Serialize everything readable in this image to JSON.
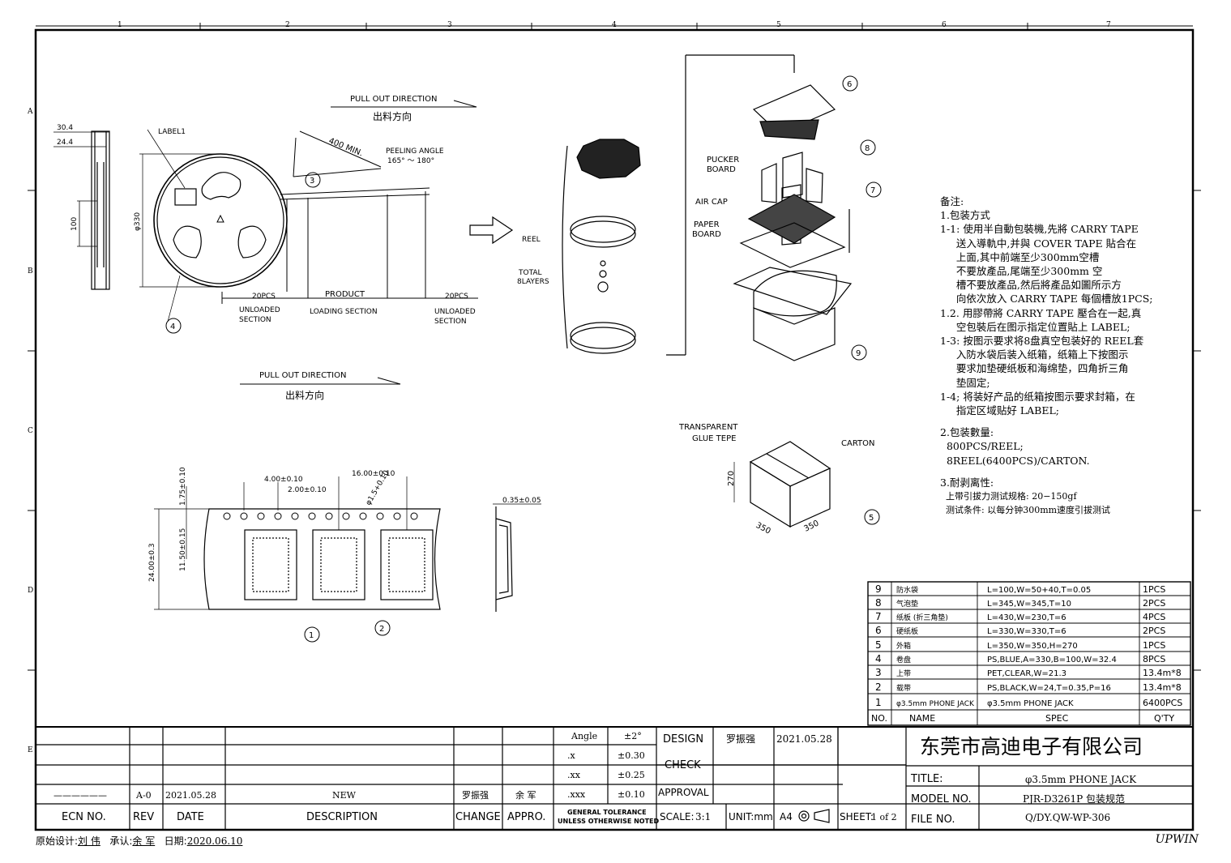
{
  "frame": {
    "cols": [
      "1",
      "2",
      "3",
      "4",
      "5",
      "6",
      "7"
    ],
    "rows": [
      "A",
      "B",
      "C",
      "D",
      "E"
    ],
    "corner": "UPWIN"
  },
  "drawing": {
    "pull_out_direction": "PULL OUT DIRECTION",
    "pull_out_cn": "出料方向",
    "label1": "LABEL1",
    "dim_30_4": "30.4",
    "dim_24_4": "24.4",
    "dim_100": "100",
    "dim_330": "φ330",
    "dim_400": "400 MIN.",
    "peeling_angle": "PEELING ANGLE",
    "peeling_range": "165° ～ 180°",
    "sec_left_count": "20PCS",
    "sec_left_label_1": "UNLOADED",
    "sec_left_label_2": "SECTION",
    "sec_mid_label_1": "PRODUCT",
    "sec_mid_label_2": "LOADING SECTION",
    "sec_right_count": "20PCS",
    "sec_right_label_1": "UNLOADED",
    "sec_right_label_2": "SECTION",
    "reel": "REEL",
    "total_1": "TOTAL",
    "total_2": "8LAYERS",
    "pucker_1": "PUCKER",
    "pucker_2": "BOARD",
    "air_cap": "AIR CAP",
    "paper_1": "PAPER",
    "paper_2": "BOARD",
    "transparent_1": "TRANSPARENT",
    "transparent_2": "GLUE TEPE",
    "carton": "CARTON",
    "dim_270": "270",
    "dim_350a": "350",
    "dim_350b": "350",
    "t_4_00": "4.00±0.10",
    "t_16_00": "16.00±0.10",
    "t_2_00": "2.00±0.10",
    "t_1_75": "1.75±0.10",
    "t_1_5": "φ1.5+0.10",
    "t_11_50": "11.50±0.15",
    "t_24_00": "24.00±0.3",
    "t_0_35": "0.35±0.05",
    "balloons": [
      "1",
      "2",
      "3",
      "4",
      "5",
      "6",
      "7",
      "8",
      "9"
    ]
  },
  "notes": {
    "title": "备注:",
    "lines": [
      "1.包装方式",
      "1-1: 使用半自動包裝機,先將 CARRY TAPE",
      "     送入導軌中,并與 COVER TAPE 貼合在",
      "     上面,其中前端至少300mm空槽",
      "     不要放產品,尾端至少300mm 空",
      "     槽不要放產品,然后將產品如圖所示方",
      "     向依次放入 CARRY TAPE 每個槽放1PCS;",
      "1.2. 用膠帶將 CARRY TAPE 壓合在一起,真",
      "     空包裝后在图示指定位置貼上 LABEL;",
      "1-3: 按图示要求将8盘真空包装好的 REEL套",
      "     入防水袋后装入纸箱，纸箱上下按图示",
      "     要求加垫硬纸板和海绵垫，四角折三角",
      "     垫固定;",
      "1-4; 将装好产品的纸箱按图示要求封箱，在",
      "     指定区域贴好 LABEL;",
      "",
      "2.包装數量:",
      "  800PCS/REEL;",
      "  8REEL(6400PCS)/CARTON.",
      "",
      "3.耐剥离性:"
    ],
    "small_1": "  上带引拔力测试规格: 20−150gf",
    "small_2": "  测试条件: 以每分钟300mm速度引拔测试"
  },
  "bom": {
    "rows": [
      {
        "no": "9",
        "name": "防水袋",
        "spec": "L=100,W=50+40,T=0.05",
        "qty": "1PCS"
      },
      {
        "no": "8",
        "name": "气泡垫",
        "spec": "L=345,W=345,T=10",
        "qty": "2PCS"
      },
      {
        "no": "7",
        "name": "纸板 (折三角垫)",
        "spec": "L=430,W=230,T=6",
        "qty": "4PCS"
      },
      {
        "no": "6",
        "name": "硬纸板",
        "spec": "L=330,W=330,T=6",
        "qty": "2PCS"
      },
      {
        "no": "5",
        "name": "外箱",
        "spec": "L=350,W=350,H=270",
        "qty": "1PCS"
      },
      {
        "no": "4",
        "name": "卷盘",
        "spec": "PS,BLUE,A=330,B=100,W=32.4",
        "qty": "8PCS"
      },
      {
        "no": "3",
        "name": "上带",
        "spec": "PET,CLEAR,W=21.3",
        "qty": "13.4m*8"
      },
      {
        "no": "2",
        "name": "载带",
        "spec": "PS,BLACK,W=24,T=0.35,P=16",
        "qty": "13.4m*8"
      },
      {
        "no": "1",
        "name": "φ3.5mm PHONE JACK",
        "spec": "φ3.5mm PHONE JACK",
        "qty": "6400PCS"
      }
    ],
    "header": {
      "no": "NO.",
      "name": "NAME",
      "spec": "SPEC",
      "qty": "Q'TY"
    }
  },
  "title_block": {
    "rev_row": {
      "blank": "——————",
      "rev": "A-0",
      "date": "2021.05.28",
      "desc": "NEW",
      "change": "罗振强",
      "appro": "余 军"
    },
    "headers": {
      "ecn": "ECN NO.",
      "rev": "REV",
      "date": "DATE",
      "desc": "DESCRIPTION",
      "change": "CHANGE",
      "appro": "APPRO."
    },
    "tol": {
      "angle": "Angle",
      "angle_v": "±2°",
      "x": ".x",
      "x_v": "±0.30",
      "xx": ".xx",
      "xx_v": "±0.25",
      "xxx": ".xxx",
      "xxx_v": "±0.10",
      "gen1": "GENERAL TOLERANCE",
      "gen2": "UNLESS OTHERWISE NOTED"
    },
    "design": "DESIGN",
    "designer": "罗振强",
    "design_date": "2021.05.28",
    "check": "CHECK",
    "approval": "APPROVAL",
    "scale": "SCALE:",
    "scale_v": "3:1",
    "unit": "UNIT:mm",
    "paper": "A4",
    "sheet": "SHEET:",
    "sheet_v": "1 of 2",
    "company": "东莞市高迪电子有限公司",
    "title_lbl": "TITLE:",
    "title_v": "φ3.5mm PHONE JACK",
    "model_lbl": "MODEL NO.",
    "model_v": "PJR-D3261P 包装规范",
    "file_lbl": "FILE NO.",
    "file_v": "Q/DY.QW-WP-306"
  },
  "footer": {
    "orig": "原始设计:",
    "orig_v": "刘 伟",
    "confirm": "承认:",
    "confirm_v": "余 军",
    "date": "日期:",
    "date_v": "2020.06.10"
  }
}
